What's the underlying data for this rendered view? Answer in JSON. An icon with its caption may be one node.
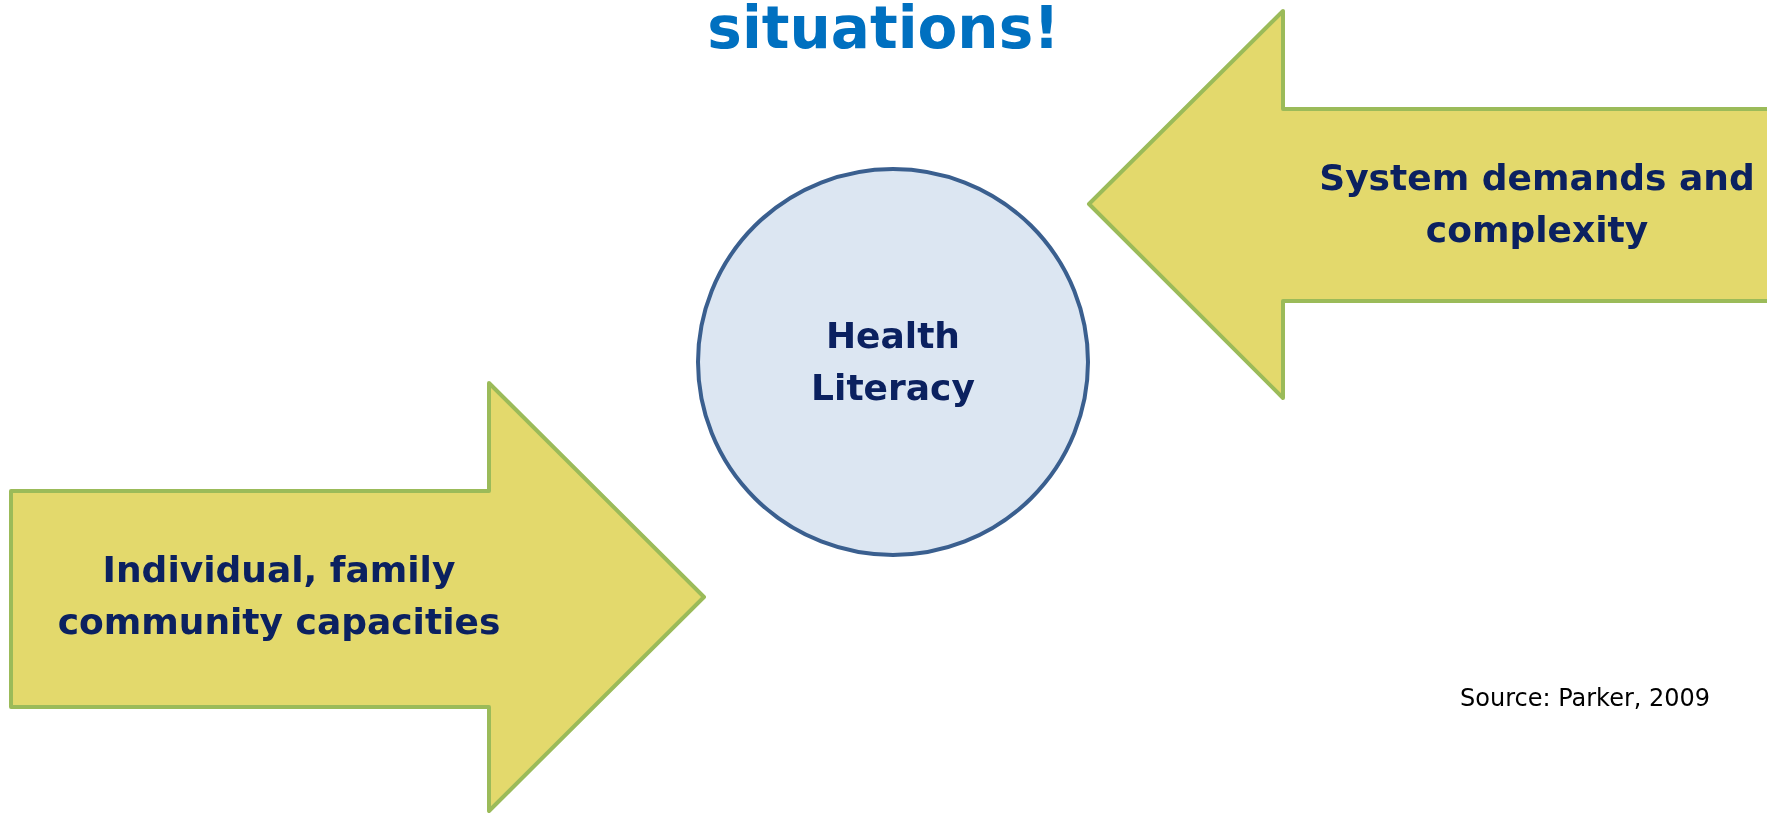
{
  "diagram": {
    "title": "situations!",
    "nodes": [
      {
        "text": [
          "System demands and complexity"
        ]
      },
      {
        "text": [
          "Health Literacy"
        ]
      },
      {
        "text": [
          "Individual, family community capacities"
        ]
      }
    ],
    "labels": [
      "Source: Parker, 2009"
    ]
  }
}
